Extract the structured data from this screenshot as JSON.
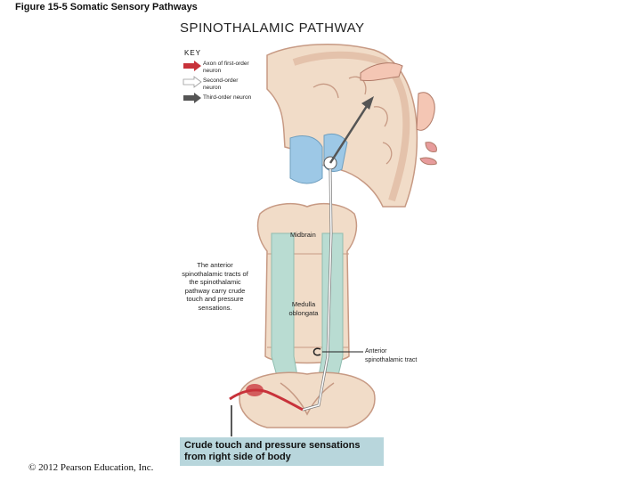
{
  "figure_title": "Figure 15-5 Somatic Sensory Pathways",
  "main_title": "SPINOTHALAMIC PATHWAY",
  "key": {
    "title": "KEY",
    "items": [
      {
        "label": "Axon of first-order neuron",
        "color": "#c8323a"
      },
      {
        "label": "Second-order neuron",
        "color": "#ffffff"
      },
      {
        "label": "Third-order neuron",
        "color": "#555555"
      }
    ]
  },
  "description": "The anterior spinothalamic tracts of the spinothalamic pathway carry crude touch and pressure sensations.",
  "labels": {
    "midbrain": "Midbrain",
    "medulla": "Medulla oblongata",
    "tract": "Anterior spinothalamic tract"
  },
  "caption": "Crude touch and pressure sensations from right side of body",
  "copyright": "© 2012 Pearson Education, Inc.",
  "colors": {
    "tissue": "#f1dcc8",
    "tissue_edge": "#c79a84",
    "tract": "#b9dcd2",
    "thalamus": "#9dc8e6",
    "caption_bg": "#b8d6dc",
    "neuron_red": "#c8323a",
    "neuron_dark": "#555555"
  }
}
